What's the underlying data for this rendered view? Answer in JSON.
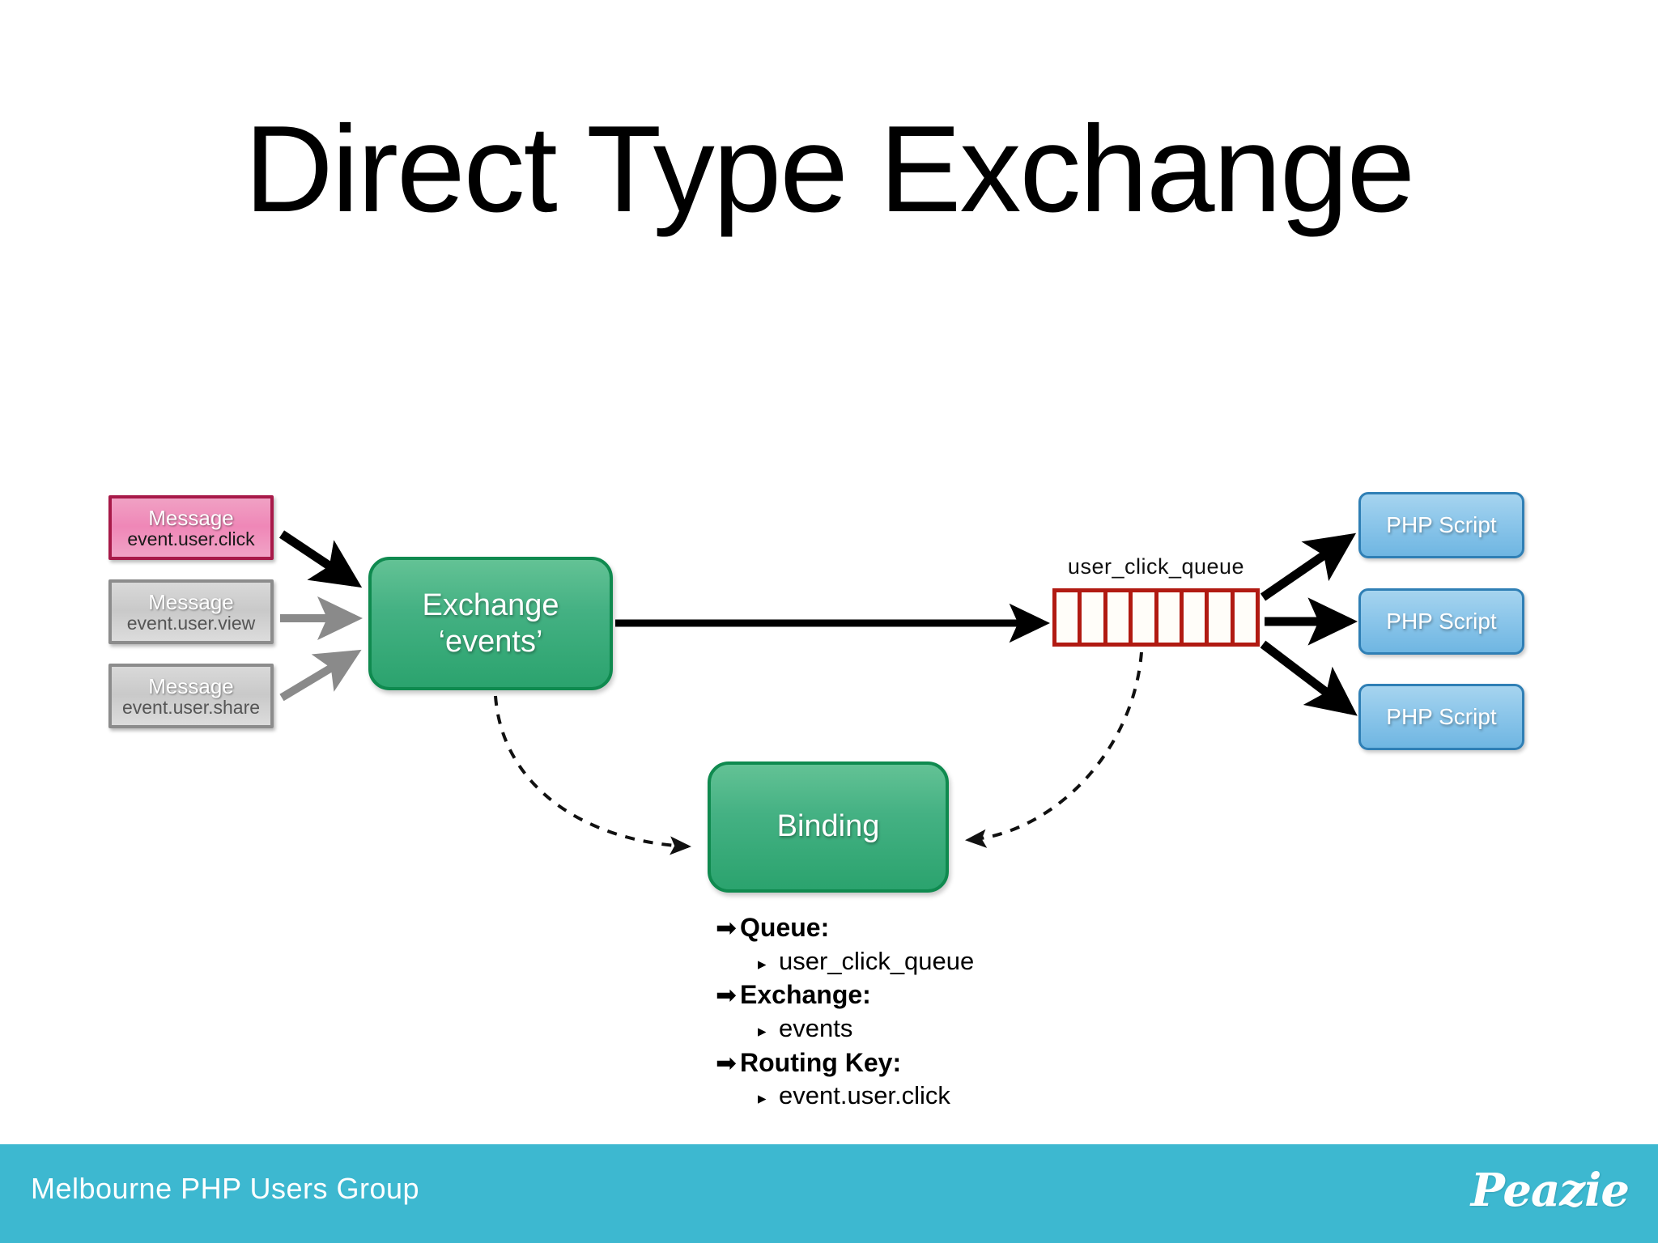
{
  "slide": {
    "title": "Direct Type Exchange",
    "background_color": "#ffffff"
  },
  "messages": [
    {
      "name": "message-click",
      "title": "Message",
      "routing_key": "event.user.click",
      "border_color": "#a81a49",
      "fill_color": "#ef87b7",
      "highlighted": "true"
    },
    {
      "name": "message-view",
      "title": "Message",
      "routing_key": "event.user.view",
      "border_color": "#8c8c8c",
      "fill_color": "#c9c9c9",
      "highlighted": "false"
    },
    {
      "name": "message-share",
      "title": "Message",
      "routing_key": "event.user.share",
      "border_color": "#8c8c8c",
      "fill_color": "#c9c9c9",
      "highlighted": "false"
    }
  ],
  "exchange": {
    "line1": "Exchange",
    "line2": "‘events’",
    "fill_color": "#44b183",
    "border_color": "#0f8a4f"
  },
  "queue": {
    "label": "user_click_queue",
    "cell_count": 8,
    "border_color": "#b11a12"
  },
  "consumers": [
    {
      "label": "PHP Script"
    },
    {
      "label": "PHP Script"
    },
    {
      "label": "PHP Script"
    }
  ],
  "binding": {
    "label": "Binding",
    "fill_color": "#44b183",
    "border_color": "#0f8a4f",
    "details": [
      {
        "marker": "➡",
        "label": "Queue:",
        "sub_marker": "▸",
        "sub_label": "user_click_queue"
      },
      {
        "marker": "➡",
        "label": "Exchange:",
        "sub_marker": "▸",
        "sub_label": "events"
      },
      {
        "marker": "➡",
        "label": "Routing Key:",
        "sub_marker": "▸",
        "sub_label": "event.user.click"
      }
    ]
  },
  "footer": {
    "text": "Melbourne PHP Users Group",
    "logo": "Peazie",
    "bar_color": "#3db8d0"
  }
}
